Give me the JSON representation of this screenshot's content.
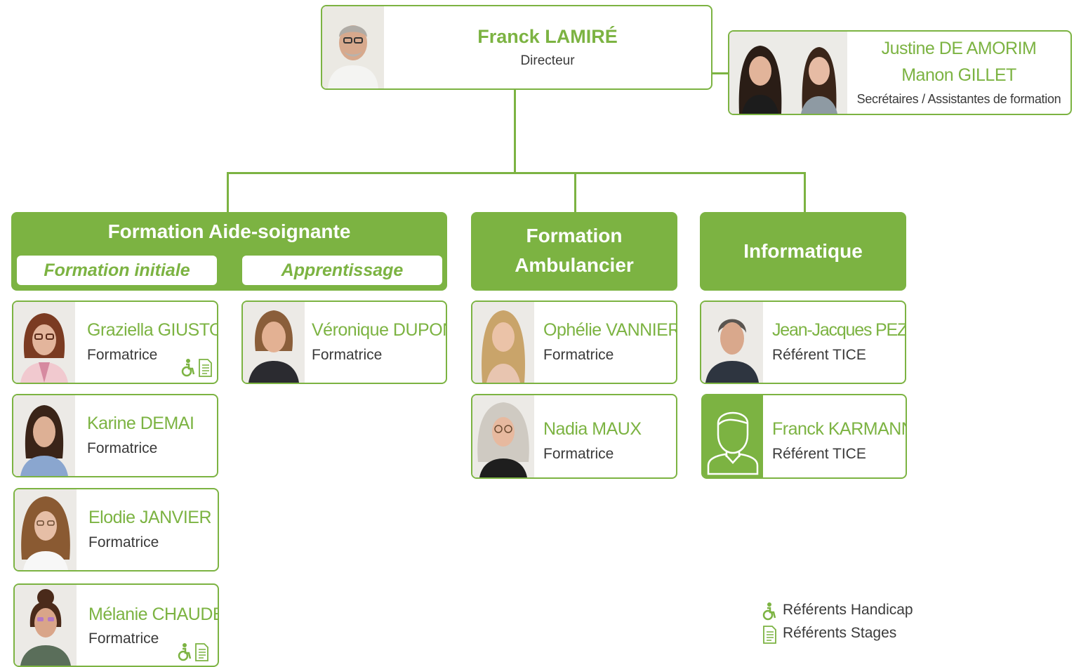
{
  "director": {
    "name": "Franck LAMIRÉ",
    "role": "Directeur"
  },
  "secretaries": {
    "name1": "Justine DE AMORIM",
    "name2": "Manon GILLET",
    "role": "Secrétaires / Assistantes de formation"
  },
  "sections": {
    "aide_soignante": {
      "title": "Formation Aide-soignante",
      "sub1": "Formation initiale",
      "sub2": "Apprentissage"
    },
    "ambulancier": {
      "title_line1": "Formation",
      "title_line2": "Ambulancier"
    },
    "informatique": {
      "title": "Informatique"
    }
  },
  "people": {
    "giusto": {
      "name": "Graziella GIUSTO",
      "role": "Formatrice",
      "badges": [
        "wheelchair-icon",
        "document-icon"
      ]
    },
    "demai": {
      "name": "Karine DEMAI",
      "role": "Formatrice"
    },
    "janvier": {
      "name": "Elodie JANVIER",
      "role": "Formatrice"
    },
    "chaudet": {
      "name": "Mélanie CHAUDET",
      "role": "Formatrice",
      "badges": [
        "wheelchair-icon",
        "document-icon"
      ]
    },
    "dupont": {
      "name": "Véronique DUPONT",
      "role": "Formatrice"
    },
    "vannier": {
      "name": "Ophélie VANNIER",
      "role": "Formatrice"
    },
    "maux": {
      "name": "Nadia MAUX",
      "role": "Formatrice"
    },
    "pezin": {
      "name": "Jean-Jacques PEZIN",
      "role": "Référent TICE"
    },
    "karmann": {
      "name": "Franck KARMANN",
      "role": "Référent TICE"
    }
  },
  "legend": {
    "handicap": "Référents Handicap",
    "stages": "Référents Stages"
  },
  "colors": {
    "accent": "#7cb342",
    "text": "#3a3a3a"
  }
}
